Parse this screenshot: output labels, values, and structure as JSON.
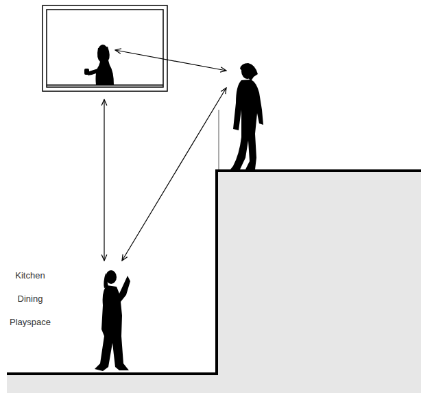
{
  "diagram": {
    "labels": [
      "Kitchen",
      "Dining",
      "Playspace"
    ]
  }
}
